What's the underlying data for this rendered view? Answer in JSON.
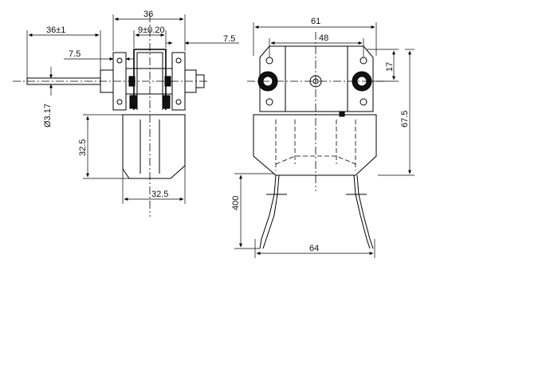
{
  "side_view": {
    "dim_shaft_length": "36±1",
    "dim_core_width": "9±0.20",
    "dim_left_gap": "7.5",
    "dim_right_gap": "7.5",
    "dim_shaft_dia": "Ø3.17",
    "dim_height": "32.5",
    "dim_bottom_width": "32.5"
  },
  "front_view": {
    "dim_overall_width": "61",
    "dim_hole_spacing": "48",
    "dim_top_height": "17",
    "dim_overall_height": "67.5",
    "dim_lead_length": "400",
    "dim_lead_span": "64"
  }
}
